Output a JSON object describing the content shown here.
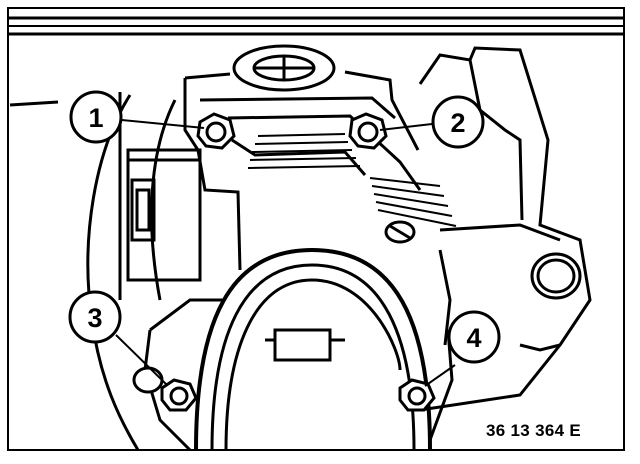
{
  "figure": {
    "reference_code": "36 13 364 E",
    "callouts": [
      {
        "label": "1"
      },
      {
        "label": "2"
      },
      {
        "label": "3"
      },
      {
        "label": "4"
      }
    ],
    "colors": {
      "ink": "#000000",
      "paper": "#ffffff"
    }
  }
}
